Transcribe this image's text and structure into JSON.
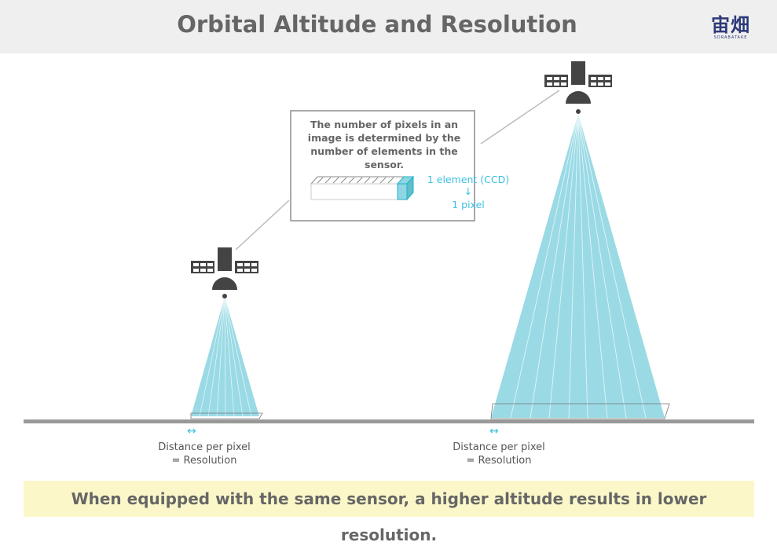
{
  "header": {
    "title": "Orbital Altitude and Resolution",
    "logo_text": "宙畑",
    "logo_sub": "SORABATAKE"
  },
  "callout": {
    "text": "The number of pixels in an image is determined by the number of elements in the sensor.",
    "element_label": "1 element (CCD)",
    "arrow": "↓",
    "pixel_label": "1 pixel"
  },
  "left": {
    "arrow": "↔",
    "line1": "Distance per pixel",
    "line2": "= Resolution"
  },
  "right": {
    "arrow": "↔",
    "line1": "Distance per pixel",
    "line2": "= Resolution"
  },
  "footer": {
    "text": "When equipped with the same sensor, a higher altitude results in lower resolution."
  },
  "colors": {
    "beam": "#7fd0dd",
    "accent": "#3cc0e0",
    "satellite": "#444444",
    "band": "#fbf7c9"
  }
}
